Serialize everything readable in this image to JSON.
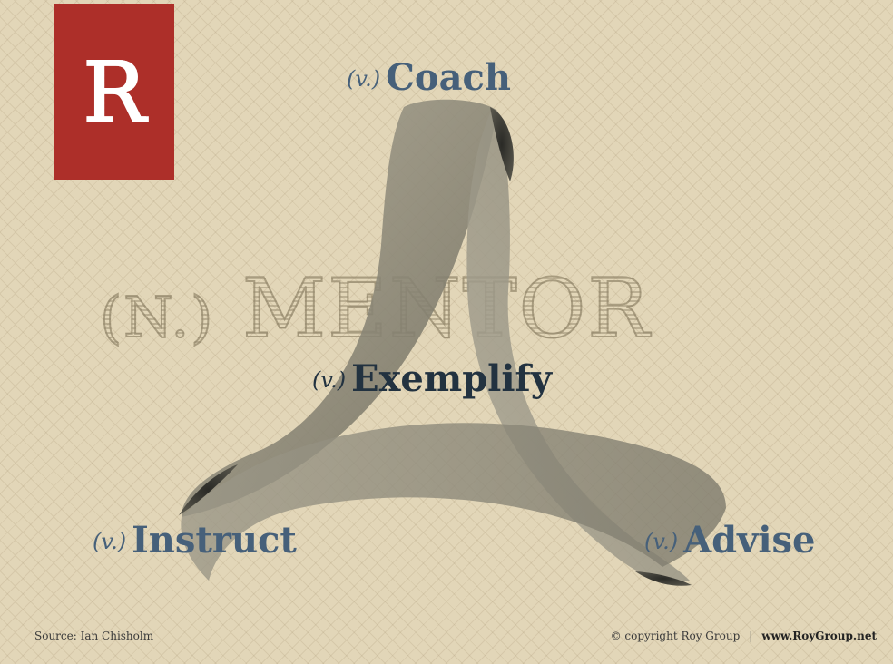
{
  "logo": {
    "letter": "R"
  },
  "headline": {
    "pos": "(N.)",
    "word": "MENTOR"
  },
  "verbs": [
    {
      "pos": "(v.)",
      "word": "Coach"
    },
    {
      "pos": "(v.)",
      "word": "Exemplify"
    },
    {
      "pos": "(v.)",
      "word": "Instruct"
    },
    {
      "pos": "(v.)",
      "word": "Advise"
    }
  ],
  "footer": {
    "source": "Source: Ian Chisholm",
    "copyright": "© copyright Roy Group",
    "separator": "|",
    "url": "www.RoyGroup.net"
  },
  "colors": {
    "background": "#e2d6b8",
    "logo_red": "#ad2f29",
    "verb_blue": "#46607a",
    "ribbon_gray": "#8a8676"
  }
}
